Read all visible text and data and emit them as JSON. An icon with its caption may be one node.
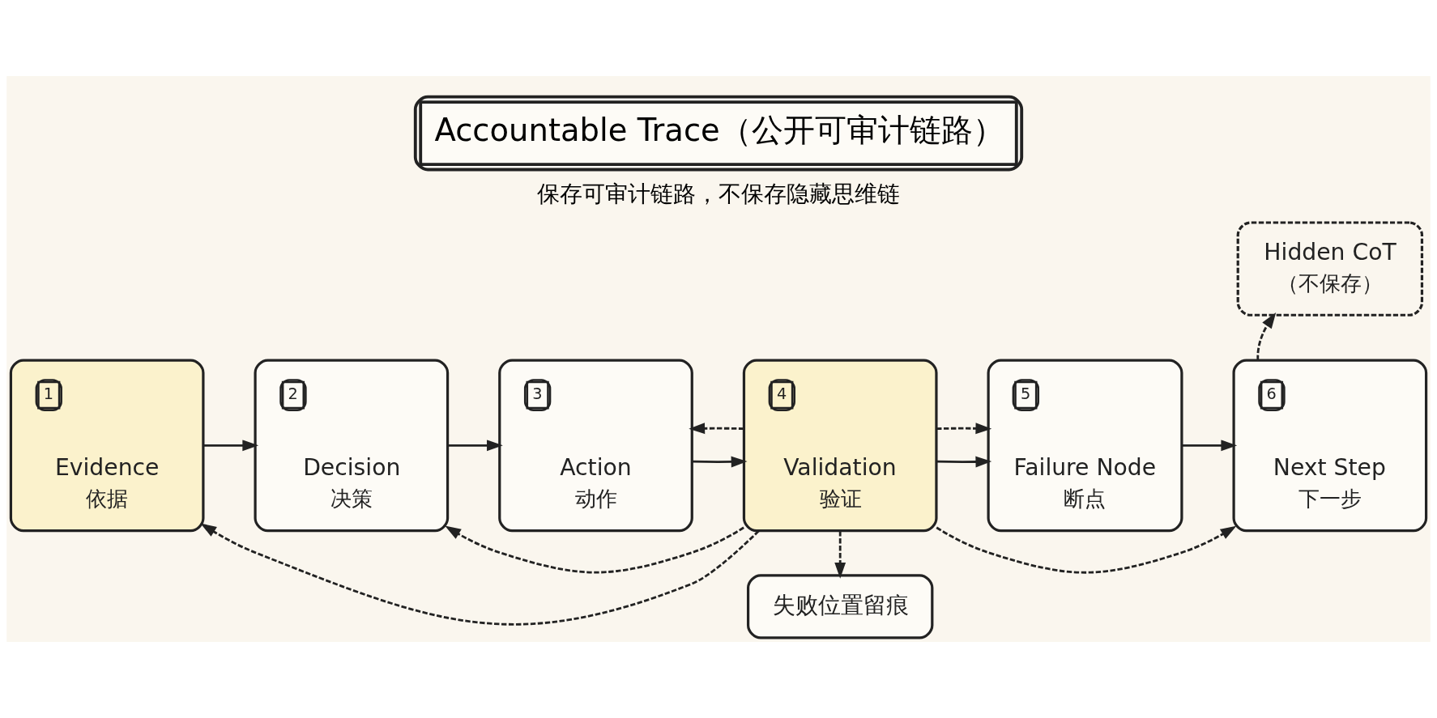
{
  "diagram": {
    "title": "Accountable Trace（公开可审计链路）",
    "caption": "保存可审计链路，不保存隐藏思维链",
    "nodes": [
      {
        "text": [
          "1",
          "Evidence",
          "依据"
        ]
      },
      {
        "text": [
          "2",
          "Decision",
          "决策"
        ]
      },
      {
        "text": [
          "3",
          "Action",
          "动作"
        ]
      },
      {
        "text": [
          "4",
          "Validation",
          "验证"
        ]
      },
      {
        "text": [
          "5",
          "Failure Node",
          "断点"
        ]
      },
      {
        "text": [
          "6",
          "Next Step",
          "下一步"
        ]
      },
      {
        "text": [
          "Hidden CoT",
          "（不保存）"
        ]
      },
      {
        "text": [
          "失败位置留痕"
        ]
      }
    ],
    "edges": [
      {
        "from": 0,
        "to": 1,
        "arrow": "to"
      },
      {
        "from": 1,
        "to": 2,
        "arrow": "to"
      },
      {
        "from": 2,
        "to": 3,
        "arrow": "to"
      },
      {
        "from": 3,
        "to": 4,
        "arrow": "to"
      },
      {
        "from": 4,
        "to": 5,
        "arrow": "to"
      },
      {
        "from": 5,
        "to": 6,
        "arrow": "to",
        "style": "dashed"
      },
      {
        "from": 3,
        "to": 7,
        "arrow": "to",
        "style": "dashed"
      },
      {
        "from": 3,
        "to": 0,
        "arrow": "to",
        "style": "dashed"
      },
      {
        "from": 3,
        "to": 1,
        "arrow": "to",
        "style": "dashed"
      },
      {
        "from": 3,
        "to": 2,
        "arrow": "to",
        "style": "dashed"
      },
      {
        "from": 3,
        "to": 4,
        "arrow": "to",
        "style": "dashed"
      },
      {
        "from": 3,
        "to": 5,
        "arrow": "to",
        "style": "dashed"
      }
    ]
  }
}
